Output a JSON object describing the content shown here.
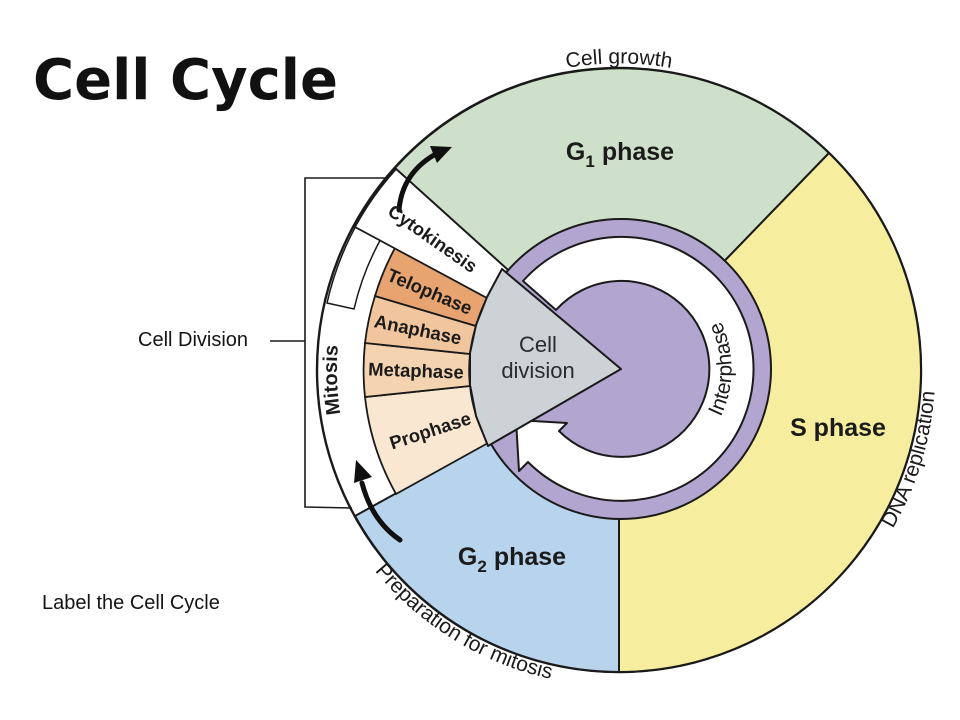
{
  "slide": {
    "title": "Cell Cycle",
    "cell_division_label": "Cell Division",
    "instruction": "Label the Cell Cycle"
  },
  "diagram": {
    "outer_labels": {
      "top": "Cell growth",
      "right": "DNA replication",
      "bottom": "Preparation for mitosis"
    },
    "phase_labels": {
      "g1": {
        "pre": "G",
        "sub": "1",
        "post": "phase"
      },
      "s": {
        "label": "S phase"
      },
      "g2": {
        "pre": "G",
        "sub": "2",
        "post": "phase"
      }
    },
    "mitosis_band_label": "Mitosis",
    "stages": {
      "cytokinesis": "Cytokinesis",
      "telophase": "Telophase",
      "anaphase": "Anaphase",
      "metaphase": "Metaphase",
      "prophase": "Prophase"
    },
    "center_wedge": {
      "line1": "Cell",
      "line2": "division"
    },
    "ring_label": "Interphase",
    "colors": {
      "outline": "#1a1a1a",
      "g1_sector": "#cfe0ca",
      "s_sector": "#f6ee9e",
      "g2_sector": "#b8d4ec",
      "interphase_disc": "#b2a5cf",
      "center_wedge": "#cdd2d6",
      "cytokinesis_wedge": "#ffffff",
      "telophase_wedge": "#e8a470",
      "anaphase_wedge": "#f1c69e",
      "metaphase_wedge": "#f4d3b0",
      "prophase_wedge": "#f9e7d2"
    }
  }
}
